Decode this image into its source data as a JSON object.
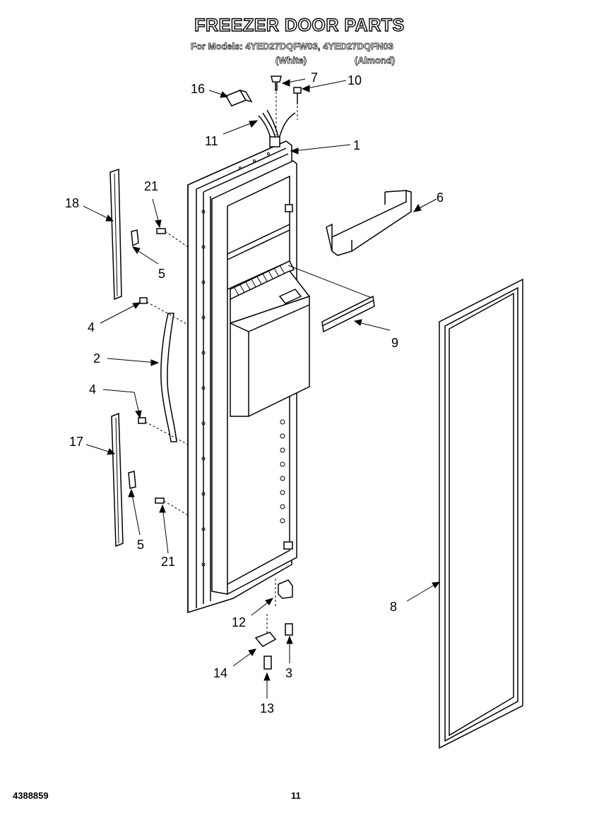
{
  "header": {
    "title": "FREEZER DOOR PARTS",
    "models": "For Models: 4YED27DQFW03, 4YED27DQFN03",
    "variant_white": "(White)",
    "variant_almond": "(Almond)"
  },
  "callouts": {
    "c1": "1",
    "c2": "2",
    "c3": "3",
    "c4a": "4",
    "c4b": "4",
    "c5a": "5",
    "c5b": "5",
    "c6": "6",
    "c7": "7",
    "c8": "8",
    "c9": "9",
    "c10": "10",
    "c11": "11",
    "c12": "12",
    "c13": "13",
    "c14": "14",
    "c16": "16",
    "c17": "17",
    "c18": "18",
    "c21a": "21",
    "c21b": "21"
  },
  "footer": {
    "doc_number": "4388859",
    "page_number": "11"
  }
}
